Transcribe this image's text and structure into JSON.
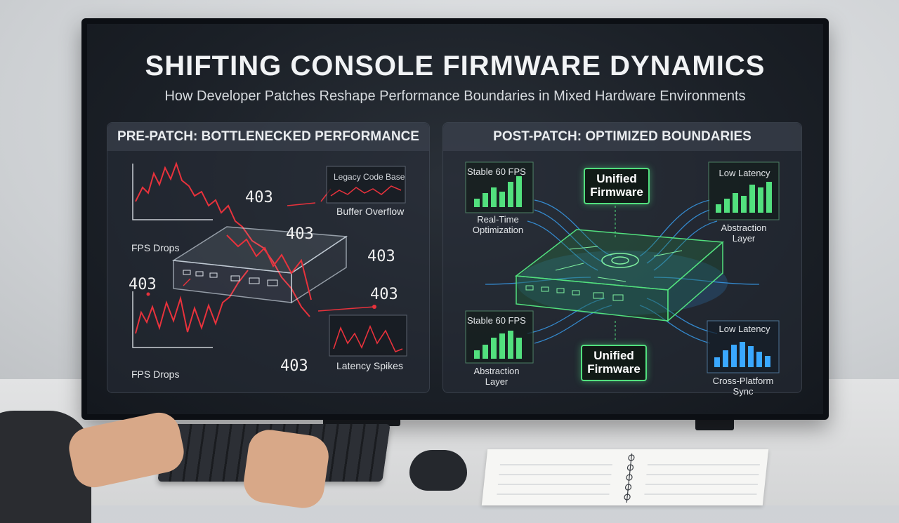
{
  "title": "SHIFTING CONSOLE FIRMWARE DYNAMICS",
  "subtitle": "How Developer Patches Reshape Performance Boundaries in Mixed Hardware Environments",
  "pre_patch": {
    "heading": "PRE-PATCH: BOTTLENECKED PERFORMANCE",
    "labels": {
      "fps_drops_top": "FPS Drops",
      "fps_drops_bottom": "FPS Drops",
      "legacy": "Legacy Code Base",
      "buffer": "Buffer Overflow",
      "latency": "Latency Spikes"
    },
    "error_code": "403"
  },
  "post_patch": {
    "heading": "POST-PATCH: OPTIMIZED BOUNDARIES",
    "labels": {
      "stable_top": "Stable 60 FPS",
      "realtime": "Real-Time Optimization",
      "unified_top": "Unified Firmware",
      "low_latency_top": "Low Latency",
      "abstraction_right": "Abstraction Layer",
      "stable_bottom": "Stable 60 FPS",
      "abstraction_left": "Abstraction Layer",
      "unified_bottom": "Unified Firmware",
      "low_latency_bottom": "Low Latency",
      "cross_platform": "Cross-Platform Sync"
    }
  },
  "colors": {
    "error_red": "#e8323c",
    "optimized_green": "#52e07e",
    "data_blue": "#3aa8ff"
  }
}
